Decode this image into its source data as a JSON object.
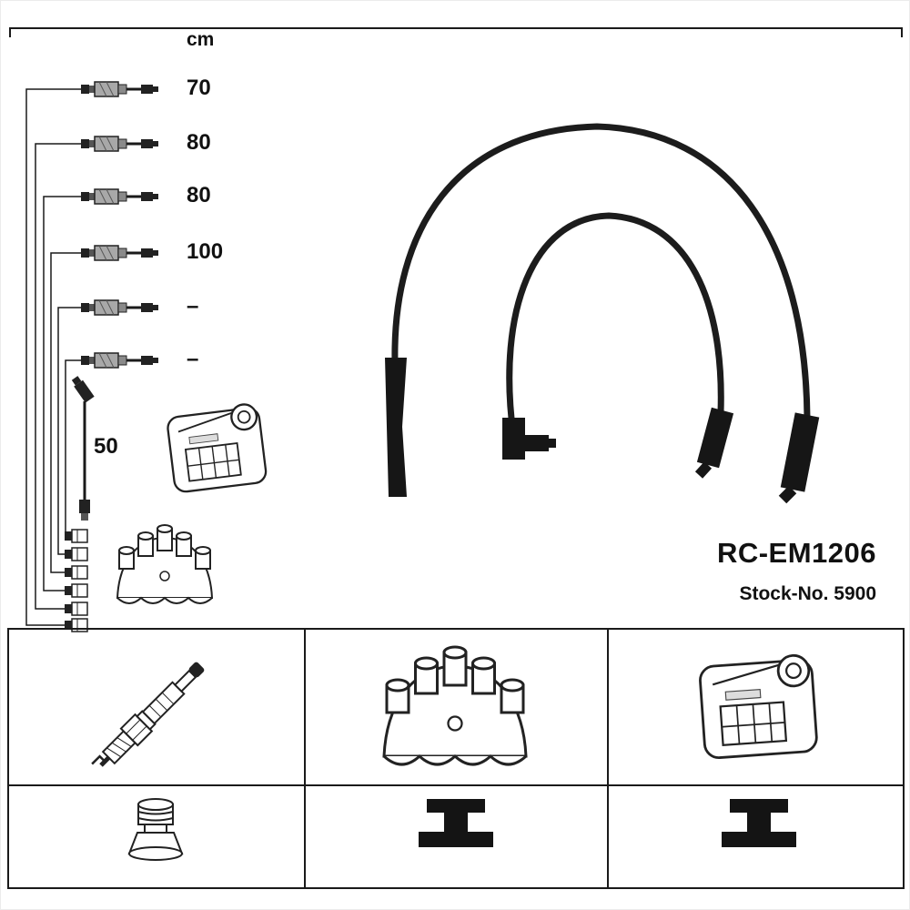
{
  "measurements": {
    "unit": "cm",
    "cable_lengths": [
      "70",
      "80",
      "80",
      "100",
      "–",
      "–"
    ],
    "coil_wire_length": "50"
  },
  "product": {
    "reference": "RC-EM1206",
    "stock": "Stock-No. 5900"
  },
  "palette": {
    "line": "#1a1a1a",
    "background": "#ffffff"
  },
  "icons": {
    "top_section": [
      "ignition-lead-icon",
      "mini-terminal-icon",
      "coil-wire-icon",
      "ignition-coil-icon",
      "distributor-cap-icon",
      "lead-set-drawing"
    ],
    "grid_row1": [
      "spark-plug-icon",
      "distributor-cap-icon",
      "ignition-coil-icon"
    ],
    "grid_row2": [
      "spark-plug-boot-icon",
      "distributor-terminal-icon",
      "coil-terminal-icon"
    ]
  }
}
